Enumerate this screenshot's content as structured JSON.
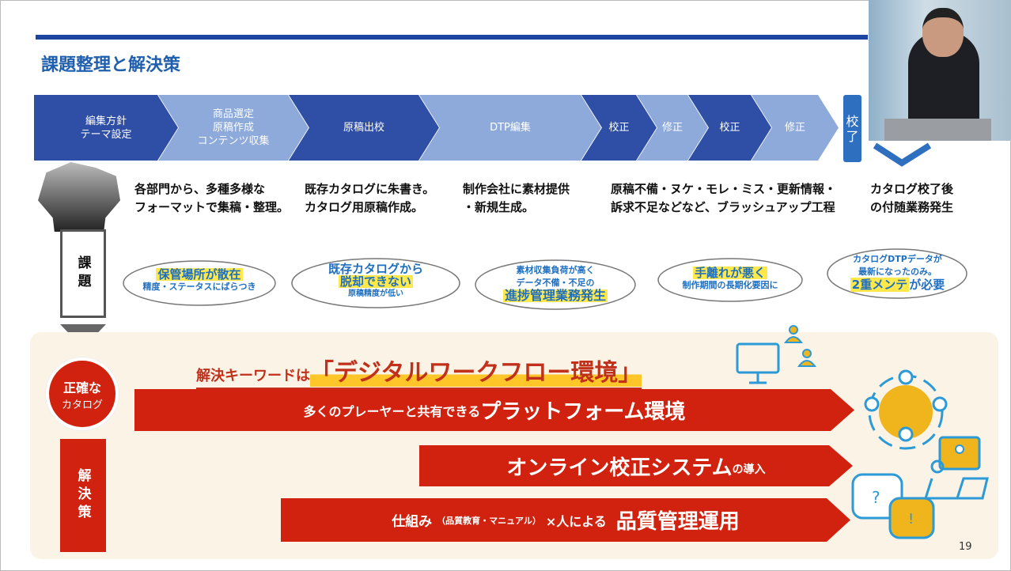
{
  "slide": {
    "title": "課題整理と解決策",
    "page_number": "19",
    "process_steps": [
      {
        "label": "編集方針\nテーマ設定",
        "tone": "dark"
      },
      {
        "label": "商品選定\n原稿作成\nコンテンツ収集",
        "tone": "light"
      },
      {
        "label": "原稿出校",
        "tone": "dark"
      },
      {
        "label": "DTP編集",
        "tone": "light"
      },
      {
        "label": "校正",
        "tone": "dark"
      },
      {
        "label": "修正",
        "tone": "light"
      },
      {
        "label": "校正",
        "tone": "dark"
      },
      {
        "label": "修正",
        "tone": "light"
      }
    ],
    "final_step": "校了",
    "issue_label": "課題",
    "descriptions": [
      "各部門から、多種多様な\nフォーマットで集稿・整理。",
      "既存カタログに朱書き。\nカタログ用原稿作成。",
      "制作会社に素材提供\n・新規生成。",
      "原稿不備・ヌケ・モレ・ミス・更新情報・\n訴求不足などなど、ブラッシュアップ工程",
      "カタログ校了後\nの付随業務発生"
    ],
    "clouds": [
      {
        "main": "保管場所が散在",
        "sub": "精度・ステータスにばらつき"
      },
      {
        "top": "既存カタログから",
        "main": "脱却できない",
        "sub": "原稿精度が低い"
      },
      {
        "top": "素材収集負荷が高く",
        "top2": "データ不備・不足の",
        "main": "進捗管理業務発生"
      },
      {
        "main": "手離れが悪く",
        "sub": "制作期間の長期化要因に"
      },
      {
        "top": "カタログDTPデータが",
        "top2": "最新になったのみ。",
        "main": "2重メンテ",
        "main_rest": "が必要"
      }
    ],
    "goal": {
      "line1": "正確な",
      "line2": "カタログ"
    },
    "solution_label": "解決策",
    "keyword_prefix": "解決キーワードは",
    "keyword": "「デジタルワークフロー環境」",
    "solutions": [
      {
        "small": "多くのプレーヤーと共有できる",
        "large": "プラットフォーム環境"
      },
      {
        "large": "オンライン校正システム",
        "small": "の導入"
      },
      {
        "a": "仕組み",
        "b": "（品質教育・マニュアル）",
        "c": "×人による",
        "large": "品質管理運用"
      }
    ],
    "colors": {
      "dark_blue": "#2f4fa6",
      "light_blue": "#8eaadb",
      "red": "#d0220f",
      "highlight": "#ffe94a"
    }
  }
}
